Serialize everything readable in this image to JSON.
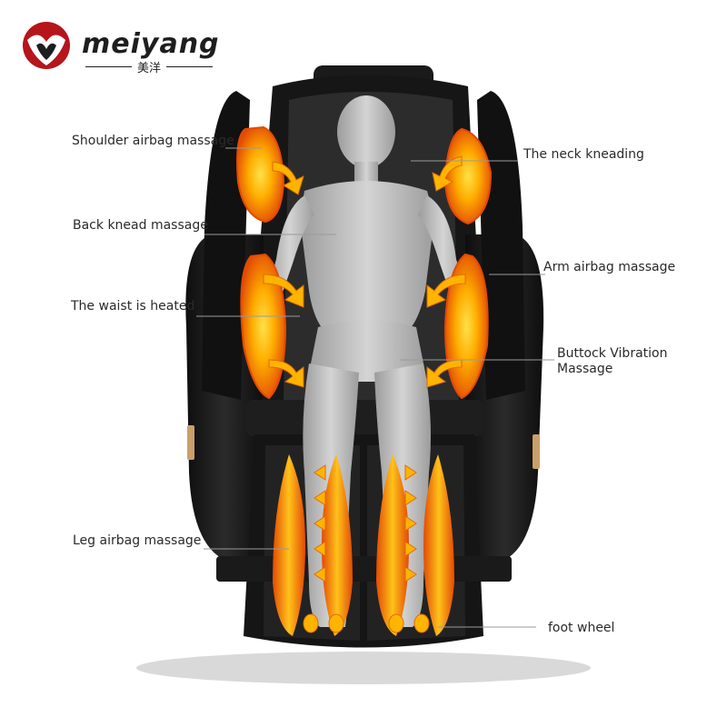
{
  "brand": {
    "name": "meiyang",
    "subtitle": "美洋",
    "accent_color": "#b5151b",
    "icon": "meiyang-logo"
  },
  "callouts": [
    {
      "id": "shoulder",
      "text": "Shoulder airbag massage"
    },
    {
      "id": "neck",
      "text": "The neck kneading"
    },
    {
      "id": "back",
      "text": "Back knead massage"
    },
    {
      "id": "arm",
      "text": "Arm airbag massage"
    },
    {
      "id": "waist",
      "text": "The waist is heated"
    },
    {
      "id": "buttock",
      "lines": [
        "Buttock Vibration",
        "Massage"
      ]
    },
    {
      "id": "leg",
      "text": "Leg airbag massage"
    },
    {
      "id": "foot",
      "text": "foot wheel"
    }
  ],
  "colors": {
    "chair_body": "#1c1c1c",
    "chair_highlight": "#3a3a3a",
    "figure": "#b9b9b9",
    "airbag_outer": "#e8590c",
    "airbag_inner": "#ffb300",
    "leader_line": "#9a9a9a"
  }
}
